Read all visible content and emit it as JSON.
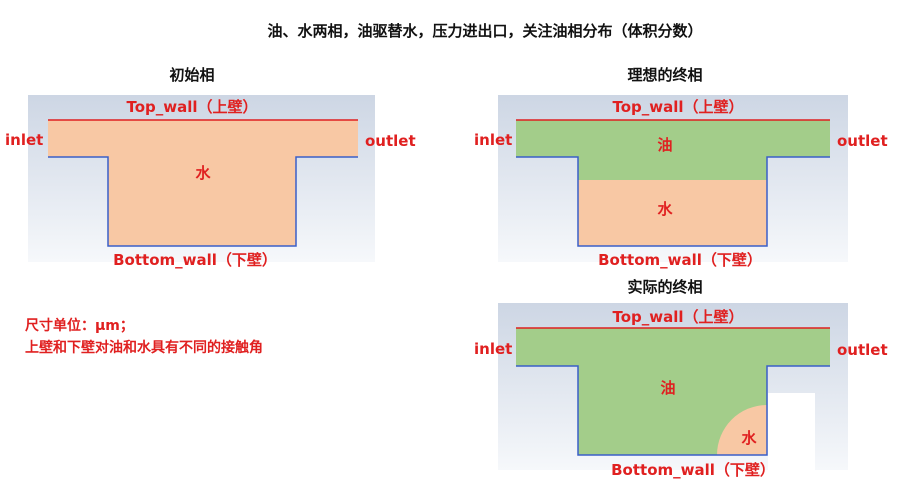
{
  "title": "油、水两相，油驱替水，压力进出口，关注油相分布（体积分数）",
  "colors": {
    "water": "#f8c8a4",
    "oil": "#a3cd8a",
    "top_wall": "#e02020",
    "bottom_wall": "#3a5fc8",
    "label": "#e02020"
  },
  "labels": {
    "top_wall": "Top_wall（上壁）",
    "bottom_wall": "Bottom_wall（下壁）",
    "inlet": "inlet",
    "outlet": "outlet",
    "water": "水",
    "oil": "油"
  },
  "panels": {
    "initial": {
      "title": "初始相"
    },
    "ideal": {
      "title": "理想的终相"
    },
    "actual": {
      "title": "实际的终相"
    }
  },
  "notes": [
    "尺寸单位：μm；",
    "上壁和下壁对油和水具有不同的接触角"
  ]
}
